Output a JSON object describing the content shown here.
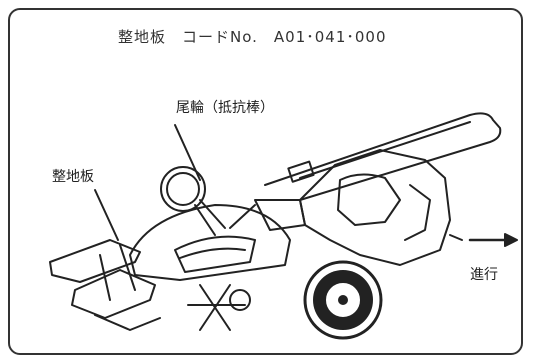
{
  "title": "整地板　コードNo.　A01･041･000",
  "labels": {
    "tail_wheel": "尾輪（抵抗棒）",
    "leveling_plate": "整地板",
    "direction": "進行"
  },
  "colors": {
    "ink": "#222222",
    "paper": "#ffffff"
  }
}
